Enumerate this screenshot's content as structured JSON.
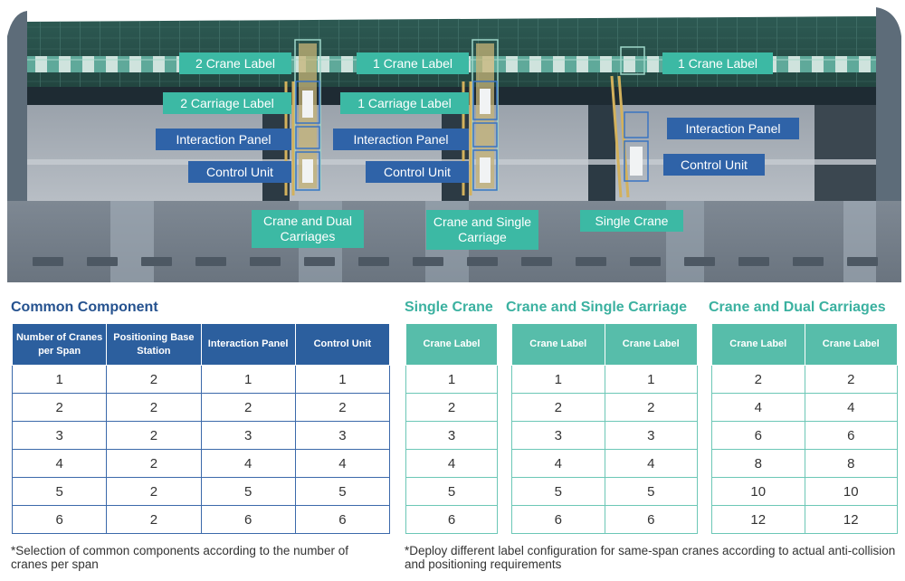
{
  "diagram": {
    "labels": {
      "span1_crane_label": "2 Crane Label",
      "span1_carriage_label": "2 Carriage Label",
      "span1_interaction_panel": "Interaction Panel",
      "span1_control_unit": "Control Unit",
      "span1_config": "Crane and Dual Carriages",
      "span2_crane_label": "1 Crane Label",
      "span2_carriage_label": "1 Carriage Label",
      "span2_interaction_panel": "Interaction Panel",
      "span2_control_unit": "Control Unit",
      "span2_config": "Crane and Single Carriage",
      "span3_crane_label": "1 Crane Label",
      "span3_interaction_panel": "Interaction Panel",
      "span3_control_unit": "Control Unit",
      "span3_config": "Single Crane"
    },
    "colors": {
      "teal": "#3cb9a4",
      "blue": "#2f63a8"
    }
  },
  "common": {
    "title": "Common Component",
    "headers": [
      "Number of Cranes per Span",
      "Positioning Base Station",
      "Interaction Panel",
      "Control Unit"
    ],
    "rows": [
      [
        "1",
        "2",
        "1",
        "1"
      ],
      [
        "2",
        "2",
        "2",
        "2"
      ],
      [
        "3",
        "2",
        "3",
        "3"
      ],
      [
        "4",
        "2",
        "4",
        "4"
      ],
      [
        "5",
        "2",
        "5",
        "5"
      ],
      [
        "6",
        "2",
        "6",
        "6"
      ]
    ],
    "note": "*Selection of common components according to the number of cranes per span"
  },
  "single_crane": {
    "title": "Single Crane",
    "headers": [
      "Crane Label"
    ],
    "rows": [
      [
        "1"
      ],
      [
        "2"
      ],
      [
        "3"
      ],
      [
        "4"
      ],
      [
        "5"
      ],
      [
        "6"
      ]
    ]
  },
  "single_carriage": {
    "title": "Crane and Single Carriage",
    "headers": [
      "Crane Label",
      "Crane Label"
    ],
    "rows": [
      [
        "1",
        "1"
      ],
      [
        "2",
        "2"
      ],
      [
        "3",
        "3"
      ],
      [
        "4",
        "4"
      ],
      [
        "5",
        "5"
      ],
      [
        "6",
        "6"
      ]
    ]
  },
  "dual_carriages": {
    "title": "Crane and Dual Carriages",
    "headers": [
      "Crane Label",
      "Crane Label"
    ],
    "rows": [
      [
        "2",
        "2"
      ],
      [
        "4",
        "4"
      ],
      [
        "6",
        "6"
      ],
      [
        "8",
        "8"
      ],
      [
        "10",
        "10"
      ],
      [
        "12",
        "12"
      ]
    ]
  },
  "label_note": "*Deploy different label configuration for same-span cranes according to actual anti-collision and positioning requirements"
}
